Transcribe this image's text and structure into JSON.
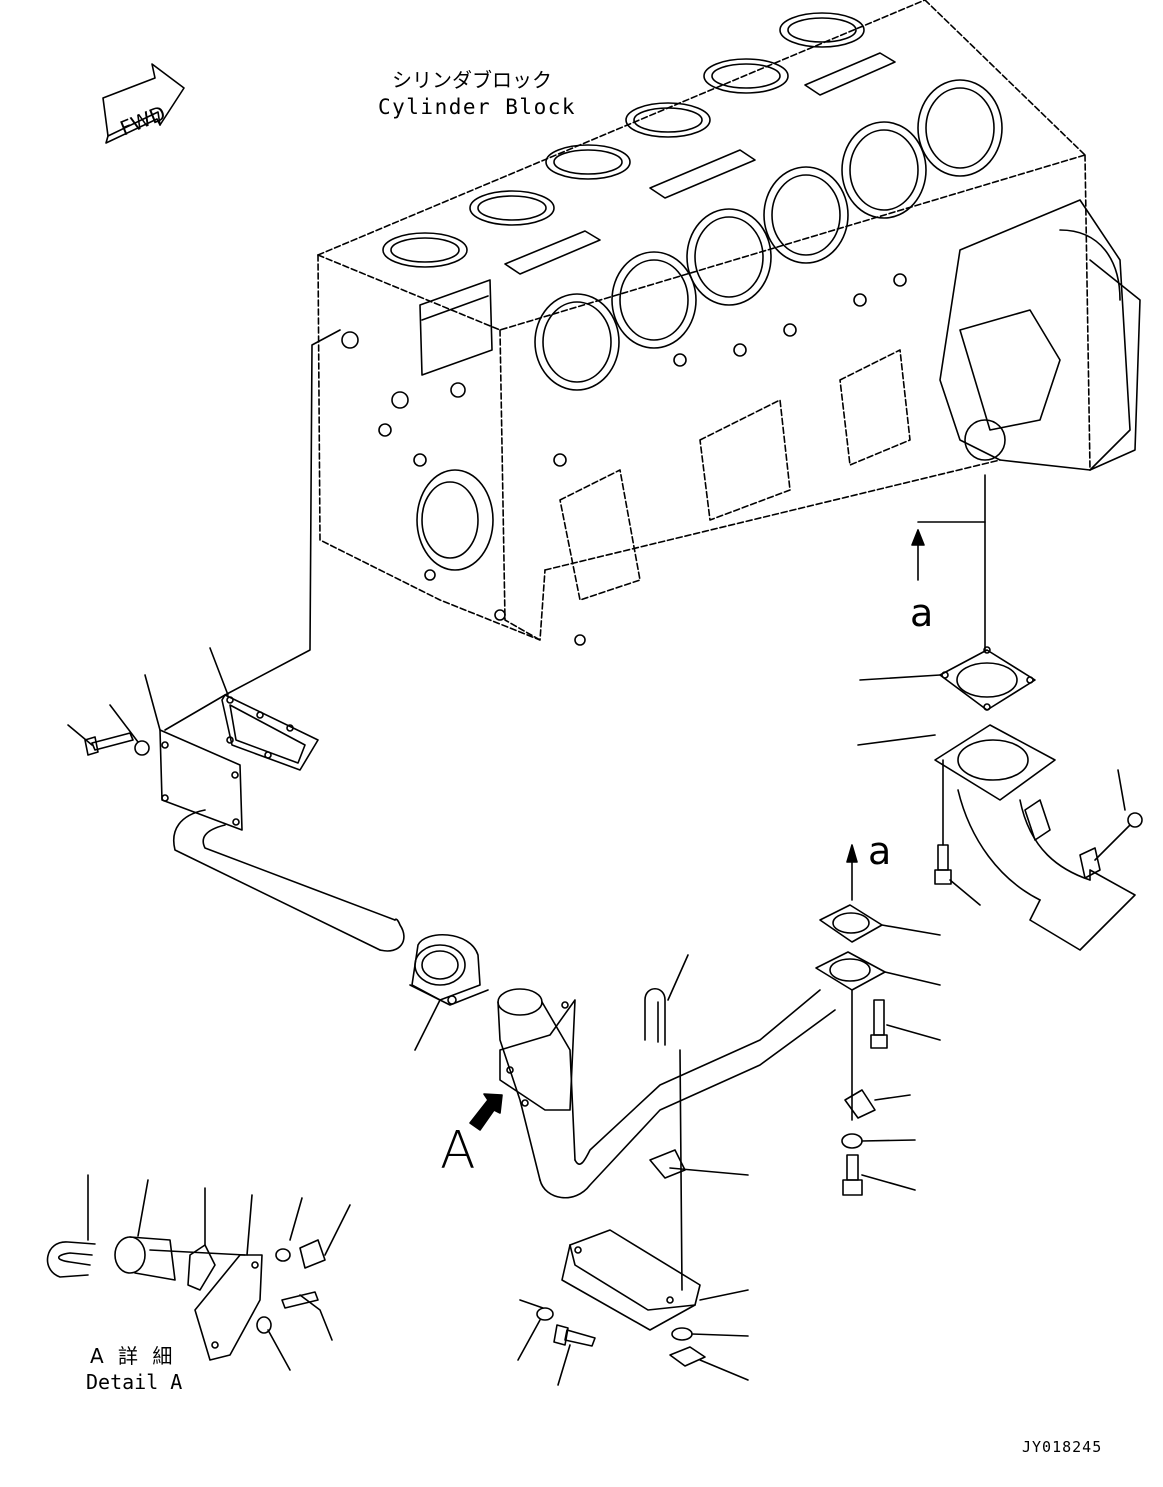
{
  "labels": {
    "cylinder_block_jp": "シリンダブロック",
    "cylinder_block_en": "Cylinder Block",
    "fwd": "FWD",
    "view_a_top": "a",
    "view_a_mid": "a",
    "detail_arrow": "A",
    "detail_jp": "A 詳 細",
    "detail_en": "Detail A",
    "drawing_code": "JY018245"
  },
  "colors": {
    "line": "#000000",
    "background": "#ffffff"
  }
}
